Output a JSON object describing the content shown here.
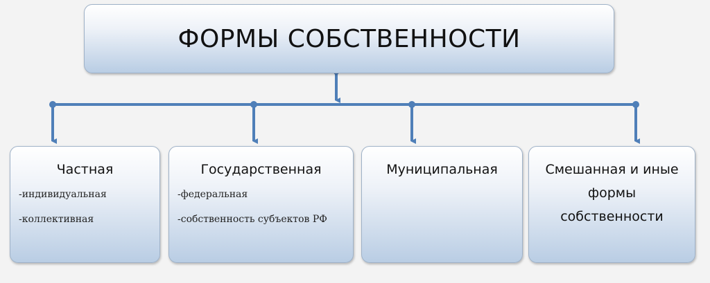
{
  "title": "ФОРМЫ СОБСТВЕННОСТИ",
  "colors": {
    "connector": "#4f7fb8",
    "background": "#f3f3f3"
  },
  "branches": [
    {
      "label": "Частная",
      "items": [
        "-индивидуальная",
        "-коллективная"
      ]
    },
    {
      "label": "Государственная",
      "items": [
        "-федеральная",
        "-собственность субъектов РФ"
      ]
    },
    {
      "label": "Муниципальная",
      "items": []
    },
    {
      "label": "Смешанная и иные формы собственности",
      "items": []
    }
  ]
}
